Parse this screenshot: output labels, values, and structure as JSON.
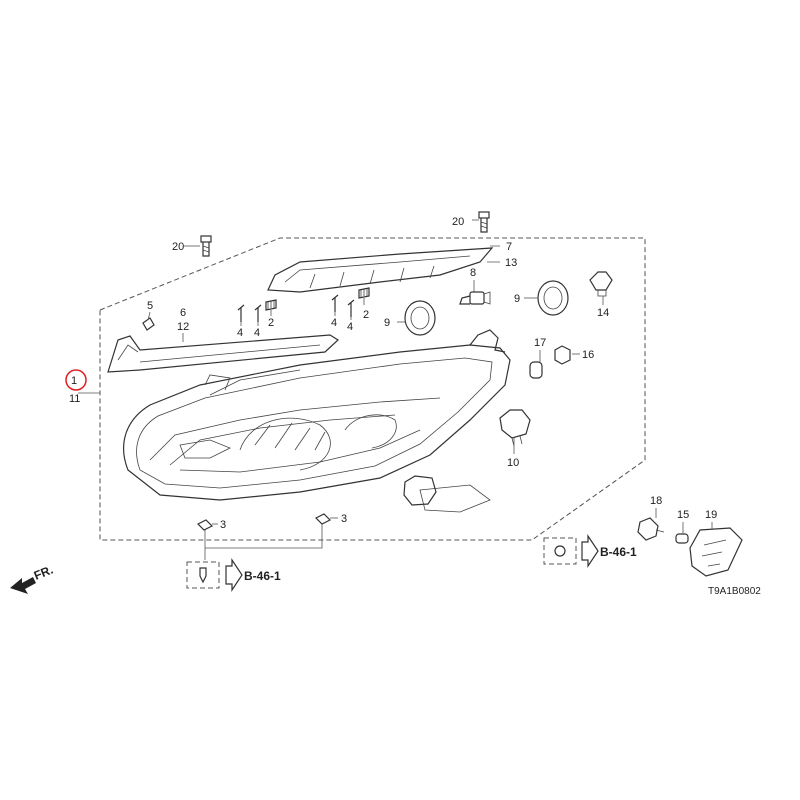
{
  "part_numbers": {
    "n1": "1",
    "n11": "11",
    "n2a": "2",
    "n2b": "2",
    "n3a": "3",
    "n3b": "3",
    "n4a": "4",
    "n4b": "4",
    "n4c": "4",
    "n4d": "4",
    "n5": "5",
    "n6": "6",
    "n12": "12",
    "n7": "7",
    "n13": "13",
    "n8": "8",
    "n9a": "9",
    "n9b": "9",
    "n10": "10",
    "n14": "14",
    "n15": "15",
    "n16": "16",
    "n17": "17",
    "n18": "18",
    "n19": "19",
    "n20a": "20",
    "n20b": "20"
  },
  "references": {
    "ref_a": "B-46-1",
    "ref_b": "B-46-1"
  },
  "front_indicator": "FR.",
  "diagram_code": "T9A1B0802",
  "colors": {
    "highlight_circle": "#e02020",
    "line": "#333333"
  }
}
